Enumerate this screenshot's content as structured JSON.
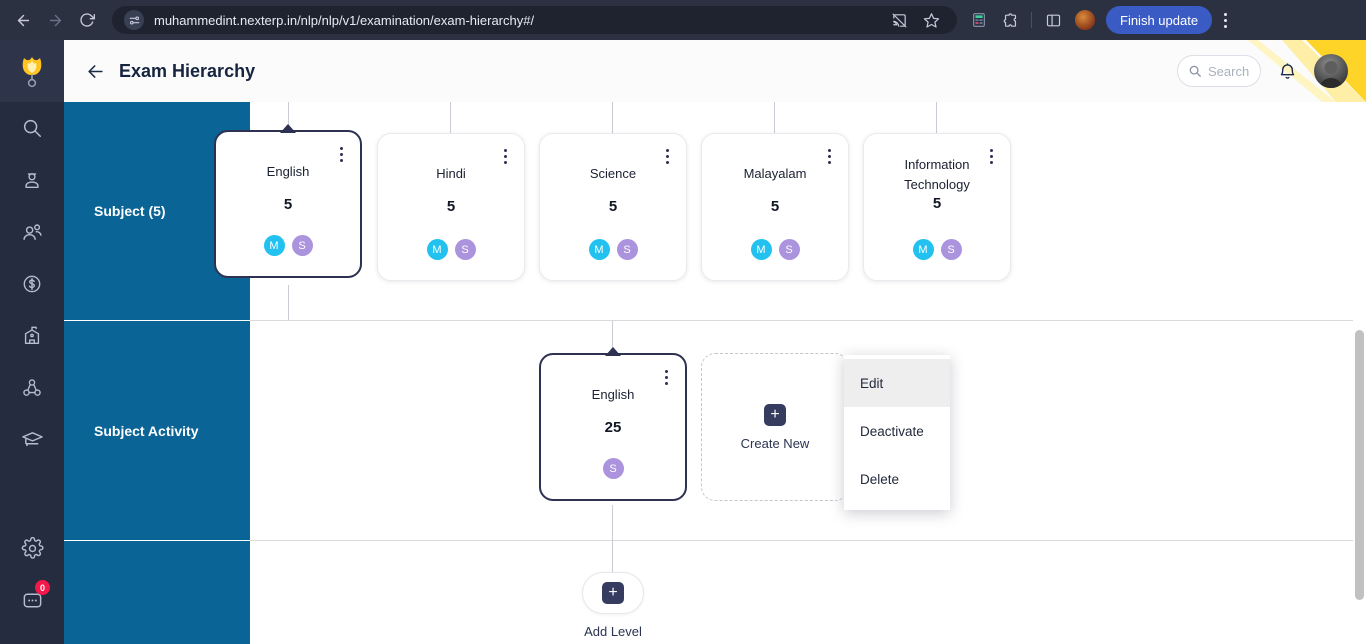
{
  "browser": {
    "url": "muhammedint.nexterp.in/nlp/nlp/v1/examination/exam-hierarchy#/",
    "back_icon": "back-arrow-icon",
    "forward_icon": "forward-arrow-icon",
    "reload_icon": "reload-icon",
    "site_info_icon": "site-settings-icon",
    "cast_icon": "cast-blocked-icon",
    "bookmark_icon": "star-icon",
    "extension_icons": [
      "calculator-extension-icon",
      "puzzle-extension-icon"
    ],
    "side_panel_icon": "side-panel-icon",
    "profile_icon": "profile-avatar-icon",
    "update_button": "Finish update",
    "menu_icon": "browser-menu-icon"
  },
  "sidebar": {
    "logo": "tulip-logo",
    "items": [
      {
        "icon": "search-icon",
        "name": "search"
      },
      {
        "icon": "student-icon",
        "name": "students"
      },
      {
        "icon": "people-icon",
        "name": "people"
      },
      {
        "icon": "dollar-circle-icon",
        "name": "finance"
      },
      {
        "icon": "building-icon",
        "name": "campus"
      },
      {
        "icon": "network-icon",
        "name": "network"
      },
      {
        "icon": "graduation-cap-icon",
        "name": "academics"
      },
      {
        "icon": "gear-icon",
        "name": "settings"
      },
      {
        "icon": "chat-icon",
        "name": "messages",
        "badge": "0"
      }
    ]
  },
  "header": {
    "back_icon": "back-arrow-icon",
    "title": "Exam Hierarchy",
    "search_placeholder": "Search",
    "search_icon": "search-icon",
    "notification_icon": "bell-icon",
    "avatar": "user-avatar"
  },
  "hierarchy": {
    "levels": [
      {
        "label": "Subject (5)",
        "cards": [
          {
            "title": "English",
            "count": "5",
            "badges": [
              "M",
              "S"
            ],
            "selected": true
          },
          {
            "title": "Hindi",
            "count": "5",
            "badges": [
              "M",
              "S"
            ],
            "selected": false
          },
          {
            "title": "Science",
            "count": "5",
            "badges": [
              "M",
              "S"
            ],
            "selected": false
          },
          {
            "title": "Malayalam",
            "count": "5",
            "badges": [
              "M",
              "S"
            ],
            "selected": false
          },
          {
            "title": "Information Technology",
            "count": "5",
            "badges": [
              "M",
              "S"
            ],
            "selected": false
          }
        ]
      },
      {
        "label": "Subject Activity",
        "cards": [
          {
            "title": "English",
            "count": "25",
            "badges": [
              "S"
            ],
            "selected": true
          }
        ],
        "create_new_label": "Create New",
        "create_new_icon": "plus-icon"
      }
    ],
    "add_level_label": "Add Level",
    "add_level_icon": "plus-icon"
  },
  "context_menu": {
    "items": [
      {
        "label": "Edit",
        "hover": true
      },
      {
        "label": "Deactivate",
        "hover": false
      },
      {
        "label": "Delete",
        "hover": false
      }
    ]
  },
  "colors": {
    "level_label_bg": "#0a6496",
    "card_selected_border": "#2e3152",
    "badge_m": "#22c1ef",
    "badge_s": "#ab93dd",
    "browser_accent": "#3b5bc4",
    "badge_alert": "#f4174a"
  }
}
